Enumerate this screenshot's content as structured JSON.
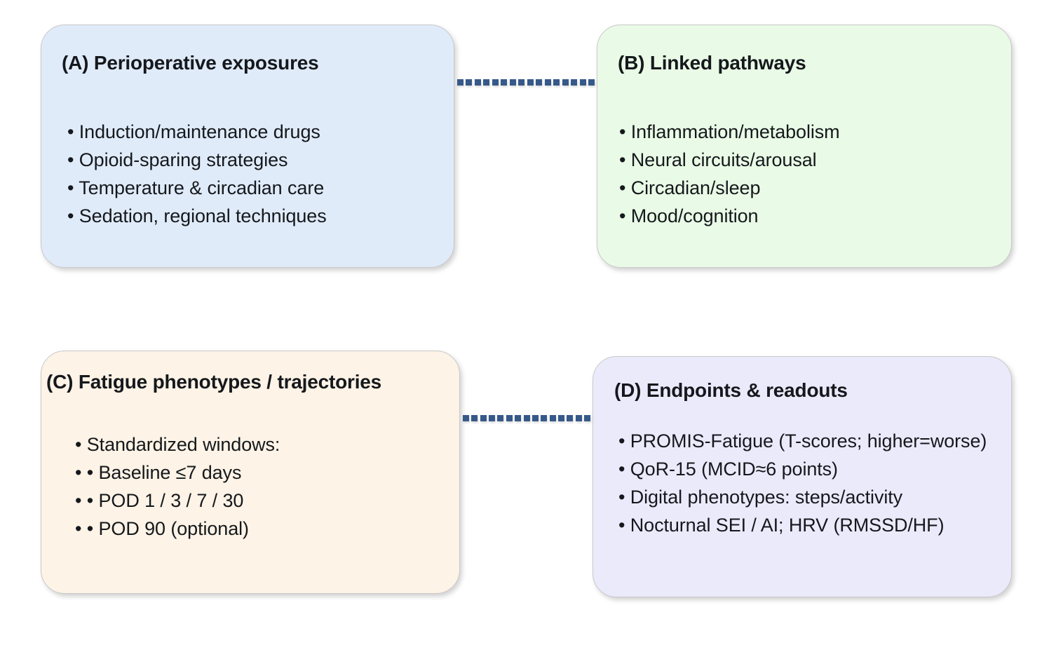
{
  "figure": {
    "background_color": "#000000",
    "canvas_color": "#ffffff"
  },
  "panels": [
    {
      "id": "A",
      "key": "perioperative-exposures",
      "title": "(A) Perioperative exposures",
      "fill_color": "#e0ebfa",
      "border_color": "#c9c9c9",
      "bullets": [
        "• Induction/maintenance drugs",
        "• Opioid-sparing strategies",
        "• Temperature & circadian care",
        "• Sedation, regional techniques"
      ]
    },
    {
      "id": "B",
      "key": "linked-pathways",
      "title": "(B) Linked pathways",
      "fill_color": "#e9fbe6",
      "border_color": "#c9c9c9",
      "bullets": [
        "• Inflammation/metabolism",
        "• Neural circuits/arousal",
        "• Circadian/sleep",
        "• Mood/cognition"
      ]
    },
    {
      "id": "C",
      "key": "fatigue-phenotypes-trajectories",
      "title": "(C) Fatigue phenotypes / trajectories",
      "fill_color": "#fdf3e6",
      "border_color": "#c9c9c9",
      "bullets": [
        "• Standardized windows:",
        "• • Baseline ≤7 days",
        "• • POD 1 / 3 / 7 / 30",
        "• • POD 90 (optional)"
      ]
    },
    {
      "id": "D",
      "key": "endpoints-readouts",
      "title": "(D) Endpoints & readouts",
      "fill_color": "#ebeafb",
      "border_color": "#c9c9c9",
      "bullets": [
        "• PROMIS-Fatigue (T-scores; higher=worse)",
        "• QoR-15 (MCID≈6 points)",
        "• Digital phenotypes: steps/activity",
        "• Nocturnal SEI / AI; HRV (RMSSD/HF)"
      ]
    }
  ],
  "connectors": [
    {
      "key": "a-to-b",
      "from": "A",
      "to": "B",
      "style": "dotted",
      "color": "#36598a",
      "dot_count": 16
    },
    {
      "key": "c-to-d",
      "from": "C",
      "to": "D",
      "style": "dotted",
      "color": "#36598a",
      "dot_count": 15
    }
  ]
}
